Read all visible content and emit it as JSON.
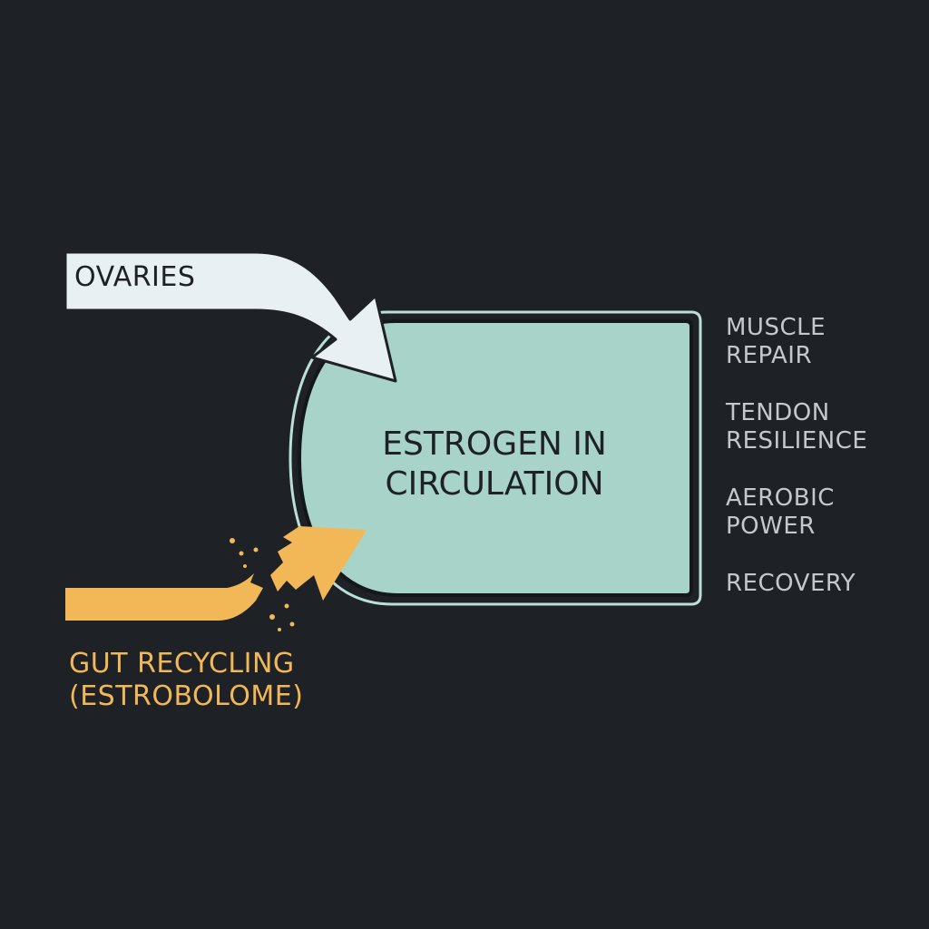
{
  "sources": {
    "ovaries": "OVARIES",
    "gut_line1": "GUT RECYCLING",
    "gut_line2": "(ESTROBOLOME)"
  },
  "hub": {
    "line1": "ESTROGEN IN",
    "line2": "CIRCULATION"
  },
  "effects": [
    {
      "line1": "MUSCLE",
      "line2": "REPAIR"
    },
    {
      "line1": "TENDON",
      "line2": "RESILIENCE"
    },
    {
      "line1": "AEROBIC",
      "line2": "POWER"
    },
    {
      "line1": "RECOVERY",
      "line2": ""
    }
  ],
  "colors": {
    "background": "#1e2226",
    "hub_fill": "#a8d3c9",
    "hub_outline": "#b9dfd6",
    "ovaries_arrow": "#e8f0f3",
    "gut_arrow": "#f2b757",
    "effect_text": "#c4c8cc"
  }
}
